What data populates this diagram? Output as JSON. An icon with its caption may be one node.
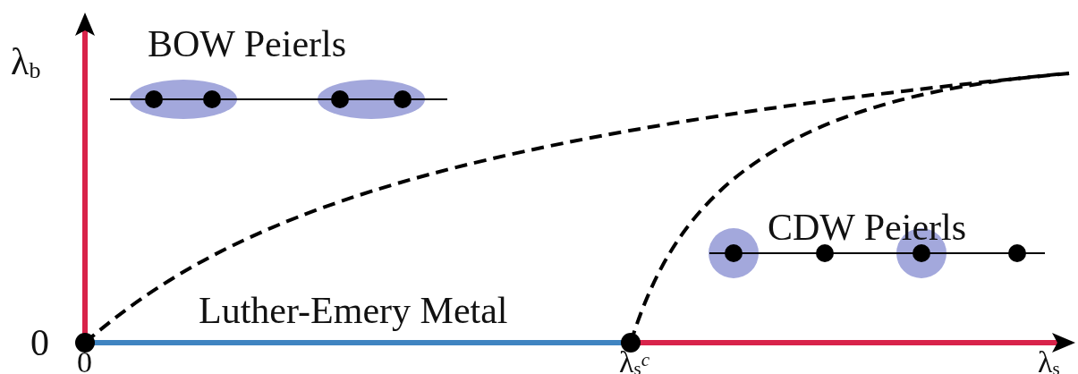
{
  "diagram": {
    "labels": [
      "λ$_{b}$",
      "BOW Peierls",
      "CDW Peierls",
      "Luther-Emery Metal",
      "0",
      "0",
      "λ$_{s}$$^{c}$",
      "λ$_{s}$"
    ]
  }
}
